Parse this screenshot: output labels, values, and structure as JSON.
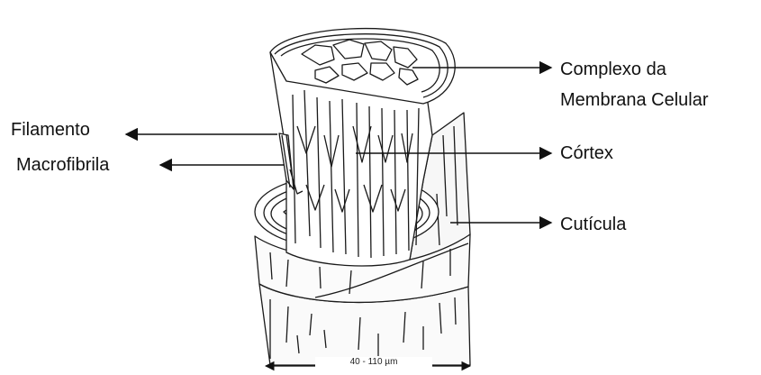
{
  "labels": {
    "membrane_line1": "Complexo da",
    "membrane_line2": "Membrana Celular",
    "filament": "Filamento",
    "macrofibril": "Macrofibrila",
    "cortex": "Córtex",
    "cuticle": "Cutícula"
  },
  "scale": {
    "text": "40 - 110 µm"
  },
  "colors": {
    "ink": "#111111",
    "background": "#ffffff"
  }
}
